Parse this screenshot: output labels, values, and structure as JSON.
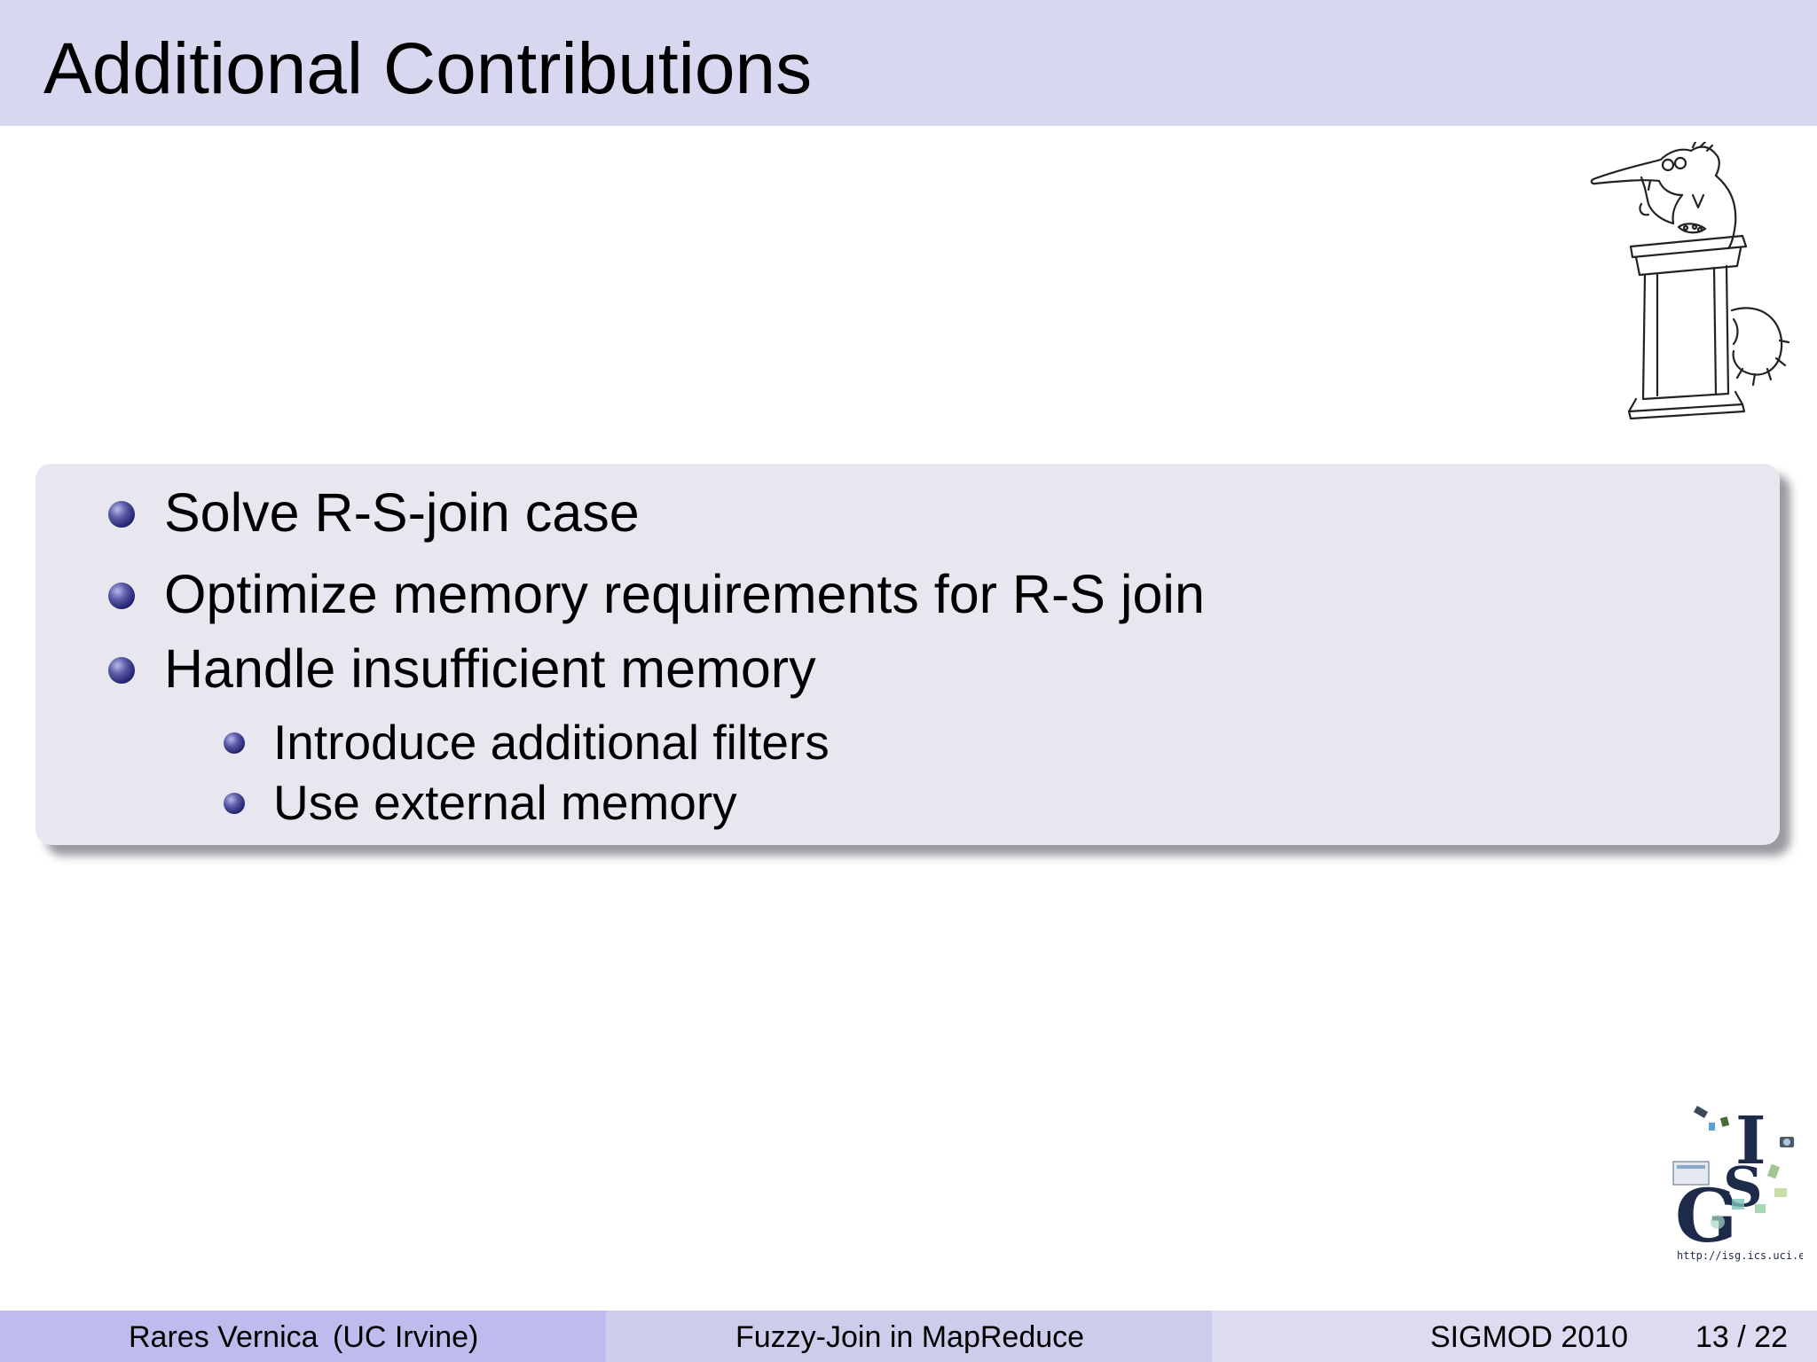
{
  "slide": {
    "title": "Additional Contributions"
  },
  "block": {
    "items": [
      {
        "text": "Solve R-S-join case"
      },
      {
        "text": "Optimize memory requirements for R-S join"
      },
      {
        "text": "Handle insufficient memory"
      }
    ],
    "subitems": [
      {
        "text": "Introduce additional filters"
      },
      {
        "text": "Use external memory"
      }
    ]
  },
  "logo": {
    "url": "http://isg.ics.uci.edu",
    "letters": "ISG"
  },
  "footer": {
    "author": "Rares Vernica",
    "institute": "(UC Irvine)",
    "short_title": "Fuzzy-Join in MapReduce",
    "conference": "SIGMOD 2010",
    "page": "13 / 22"
  },
  "colors": {
    "title_bar": "#d8d7f0",
    "block_bg": "#e8e7f0",
    "footer_left": "#bdbcec",
    "footer_mid": "#cdcceb",
    "footer_right": "#dcdbf1",
    "bullet": "#2a2a7a"
  }
}
